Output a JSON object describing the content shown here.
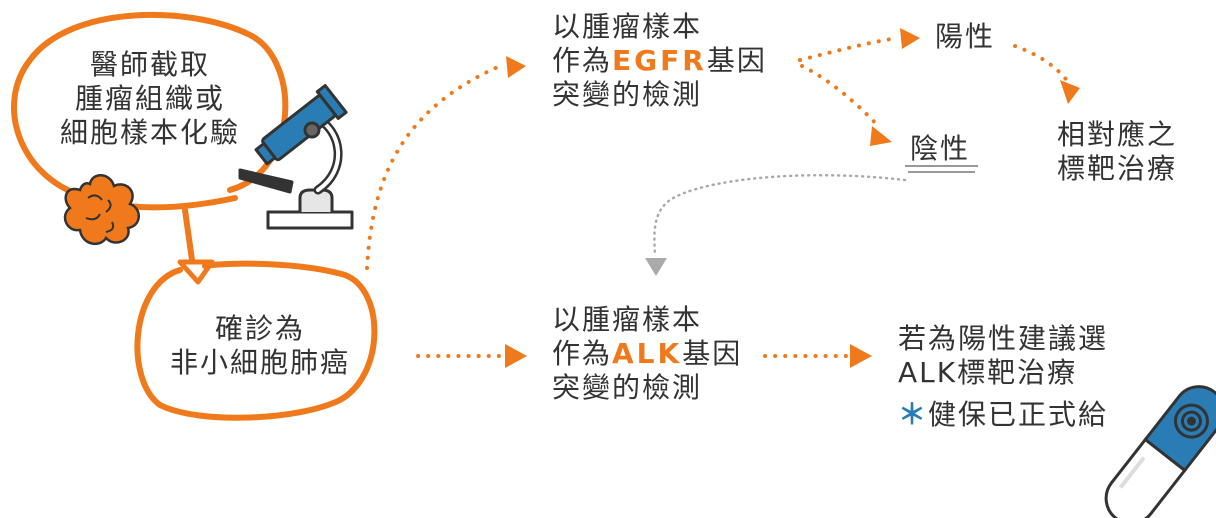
{
  "colors": {
    "accent": "#F07A1B",
    "text": "#333333",
    "blue": "#2A7DB4",
    "muted": "#AAAAAA"
  },
  "nodes": {
    "doctor": {
      "line1": "醫師截取",
      "line2": "腫瘤組織或",
      "line3": "細胞樣本化驗"
    },
    "diagnosis": {
      "line1": "確診為",
      "line2": "非小細胞肺癌"
    },
    "egfr_test": {
      "line1": "以腫瘤樣本",
      "line2_pre": "作為",
      "line2_hl": "EGFR",
      "line2_post": "基因",
      "line3": "突變的檢測"
    },
    "positive": {
      "label": "陽性"
    },
    "negative": {
      "label": "陰性"
    },
    "egfr_therapy": {
      "line1": "相對應之",
      "line2": "標靶治療"
    },
    "alk_test": {
      "line1": "以腫瘤樣本",
      "line2_pre": "作為",
      "line2_hl": "ALK",
      "line2_post": "基因",
      "line3": "突變的檢測"
    },
    "alk_recommend": {
      "line1": "若為陽性建議選",
      "line2": "ALK標靶治療",
      "note_mark": "＊",
      "note": "健保已正式給"
    }
  },
  "icons": [
    "microscope-icon",
    "tumor-icon",
    "capsule-icon"
  ]
}
